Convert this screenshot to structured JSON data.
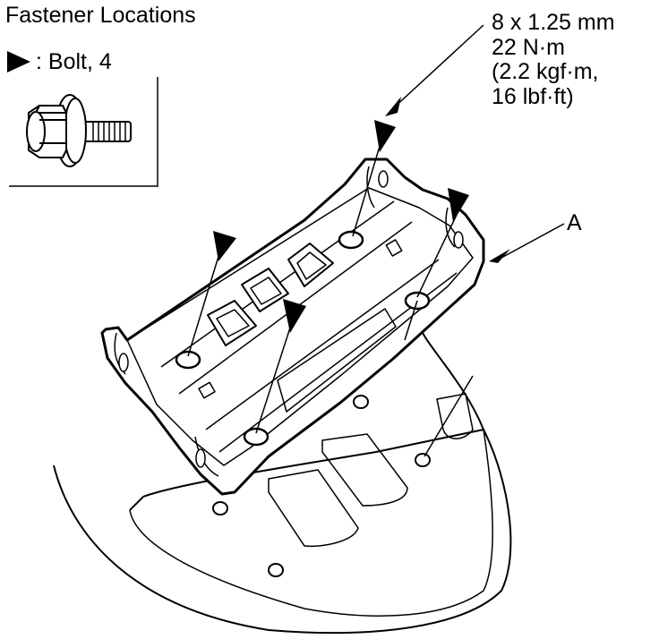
{
  "title": "Fastener Locations",
  "legend": {
    "symbol": "filled-triangle-icon",
    "text": ": Bolt, 4"
  },
  "spec": {
    "line1": "8 x 1.25 mm",
    "line2": "22 N·m",
    "line3": "(2.2 kgf·m,",
    "line4": "16 lbf·ft)"
  },
  "callout_a": "A",
  "colors": {
    "ink": "#000000",
    "paper": "#ffffff"
  }
}
